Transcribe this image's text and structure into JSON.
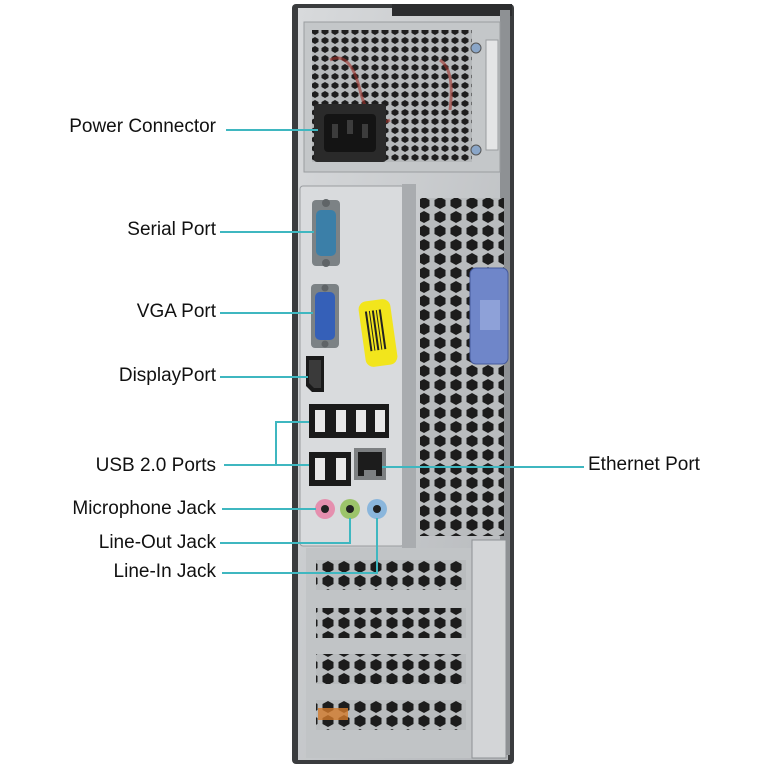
{
  "labels": {
    "power_connector": "Power Connector",
    "serial_port": "Serial Port",
    "vga_port": "VGA Port",
    "displayport": "DisplayPort",
    "usb_ports": "USB 2.0 Ports",
    "microphone_jack": "Microphone Jack",
    "line_out_jack": "Line-Out Jack",
    "line_in_jack": "Line-In Jack",
    "ethernet_port": "Ethernet Port"
  },
  "colors": {
    "leader_line": "#3fb7c0",
    "chassis": "#c9ccce",
    "chassis_dark": "#3a3c3e",
    "hex_holes": "#1c1c1c",
    "sticker": "#f2e51c",
    "latch": "#6f86c9",
    "mic_jack": "#e58fae",
    "line_out_jack": "#9cc46a",
    "line_in_jack": "#8ab6dc",
    "vga_connector": "#3560b8",
    "serial_connector": "#3b7fa8"
  }
}
